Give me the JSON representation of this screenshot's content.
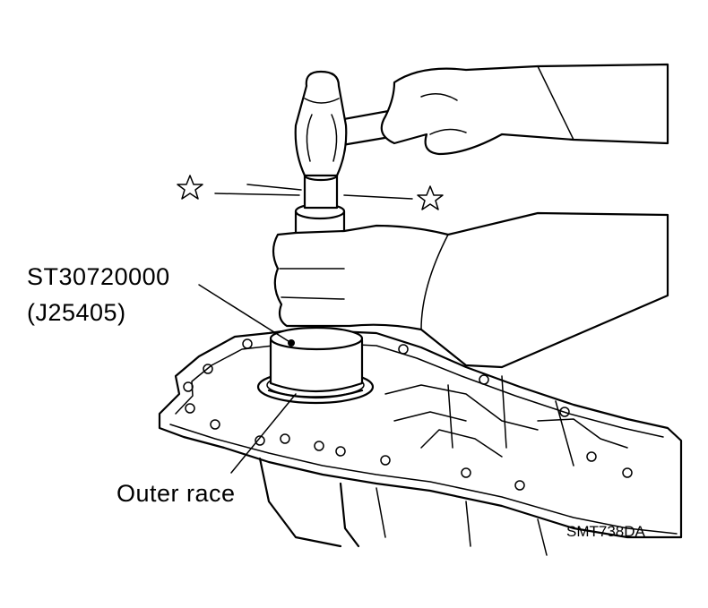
{
  "labels": {
    "tool_number": "ST30720000",
    "tool_alt_number": "(J25405)",
    "part_name": "Outer race",
    "figure_code": "SMT738DA"
  },
  "colors": {
    "line": "#000000",
    "background": "#ffffff"
  },
  "icons": [
    "star-icon",
    "star-icon"
  ]
}
